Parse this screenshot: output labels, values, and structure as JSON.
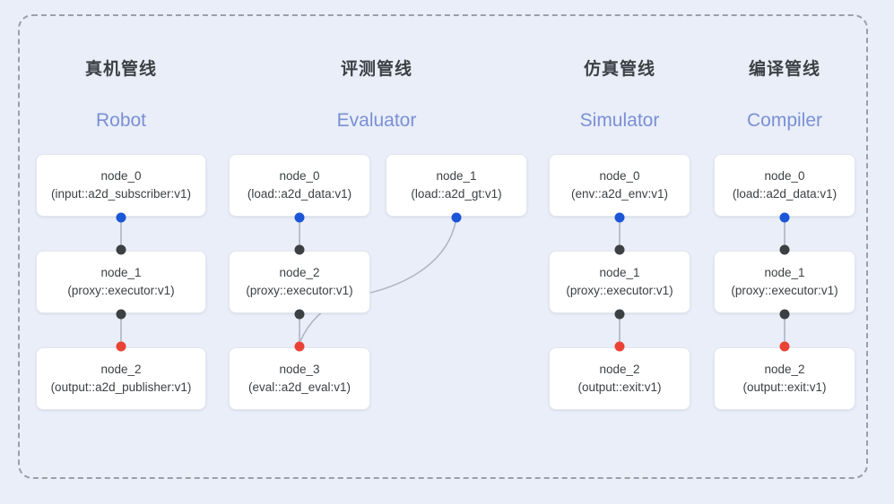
{
  "diagram": {
    "background_color": "#e9eef9",
    "frame": {
      "style": "dashed",
      "color": "#9aa0a6"
    },
    "port_colors": {
      "input": "#1a56d6",
      "middle": "#3c4043",
      "output": "#ea4335"
    },
    "accent_color": "#7b8fd4",
    "title_color": "#3c4043"
  },
  "columns": [
    {
      "id": "robot",
      "title_cn": "真机管线",
      "title_en": "Robot",
      "nodes": [
        {
          "name": "node_0",
          "spec": "(input::a2d_subscriber:v1)"
        },
        {
          "name": "node_1",
          "spec": "(proxy::executor:v1)"
        },
        {
          "name": "node_2",
          "spec": "(output::a2d_publisher:v1)"
        }
      ]
    },
    {
      "id": "evaluator",
      "title_cn": "评测管线",
      "title_en": "Evaluator",
      "nodes": [
        {
          "name": "node_0",
          "spec": "(load::a2d_data:v1)"
        },
        {
          "name": "node_2",
          "spec": "(proxy::executor:v1)"
        },
        {
          "name": "node_3",
          "spec": "(eval::a2d_eval:v1)"
        }
      ],
      "side_node": {
        "name": "node_1",
        "spec": "(load::a2d_gt:v1)"
      }
    },
    {
      "id": "simulator",
      "title_cn": "仿真管线",
      "title_en": "Simulator",
      "nodes": [
        {
          "name": "node_0",
          "spec": "(env::a2d_env:v1)"
        },
        {
          "name": "node_1",
          "spec": "(proxy::executor:v1)"
        },
        {
          "name": "node_2",
          "spec": "(output::exit:v1)"
        }
      ]
    },
    {
      "id": "compiler",
      "title_cn": "编译管线",
      "title_en": "Compiler",
      "nodes": [
        {
          "name": "node_0",
          "spec": "(load::a2d_data:v1)"
        },
        {
          "name": "node_1",
          "spec": "(proxy::executor:v1)"
        },
        {
          "name": "node_2",
          "spec": "(output::exit:v1)"
        }
      ]
    }
  ]
}
